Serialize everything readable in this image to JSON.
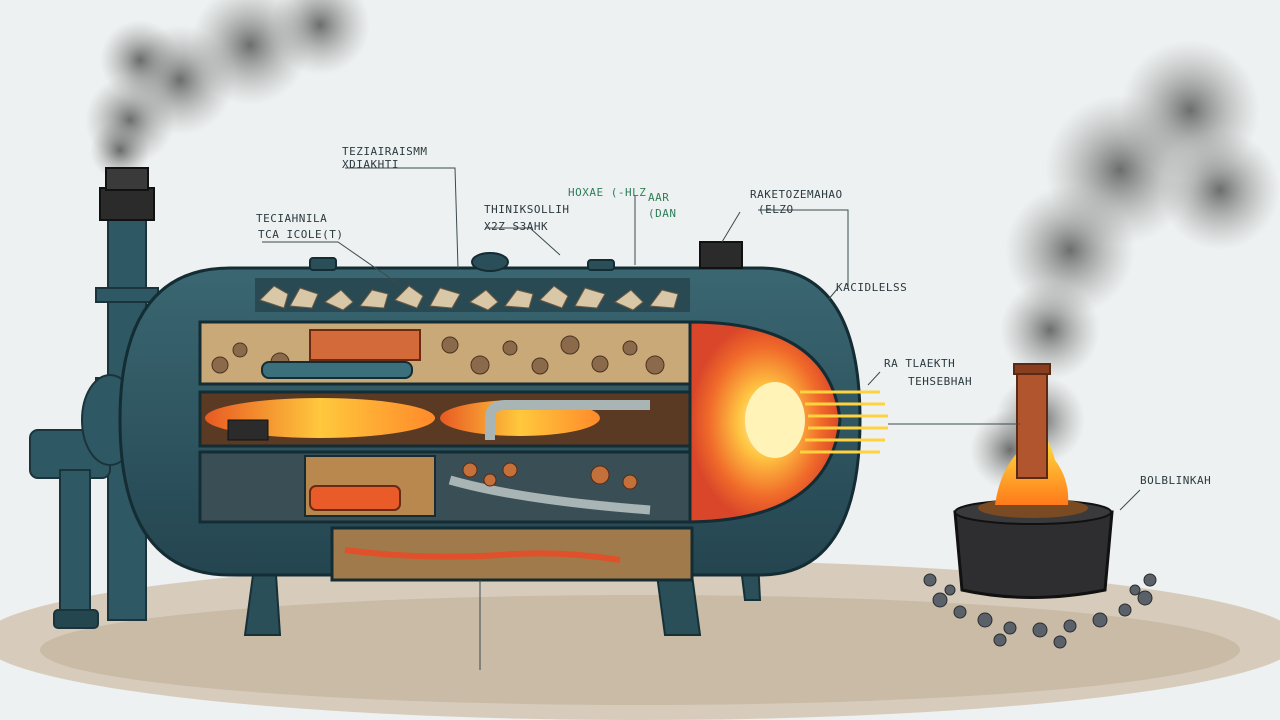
{
  "labels": [
    {
      "id": "top-left-1a",
      "text": "TEZIAIRAISMM"
    },
    {
      "id": "top-left-1b",
      "text": "XDIAKHTI"
    },
    {
      "id": "left-2a",
      "text": "TECIAHNILA"
    },
    {
      "id": "left-2b",
      "text": "TCA ICOLE(T)"
    },
    {
      "id": "mid-3a",
      "text": "THINIKSOLLIH"
    },
    {
      "id": "mid-3b",
      "text": "X2Z S3AHK"
    },
    {
      "id": "green-4a",
      "text": "HOXAE (-HLZ"
    },
    {
      "id": "green-4b",
      "text": "AAR"
    },
    {
      "id": "green-4c",
      "text": "(DAN"
    },
    {
      "id": "right-5a",
      "text": "RAKETOZEMAHAO"
    },
    {
      "id": "right-5b",
      "text": "(ELZO"
    },
    {
      "id": "right-6",
      "text": "KACIDLELSS"
    },
    {
      "id": "right-7a",
      "text": "RA TLAEKTH"
    },
    {
      "id": "right-7b",
      "text": "TEHSEBHAH"
    },
    {
      "id": "far-right-8",
      "text": "BOLBLINKAH"
    }
  ],
  "colors": {
    "tank": "#2e5560",
    "tank_dark": "#1f3e48",
    "fire": "#f0732a",
    "glow": "#ffd45a",
    "soil": "#cbbfae",
    "smoke": "#6c6c6c"
  }
}
